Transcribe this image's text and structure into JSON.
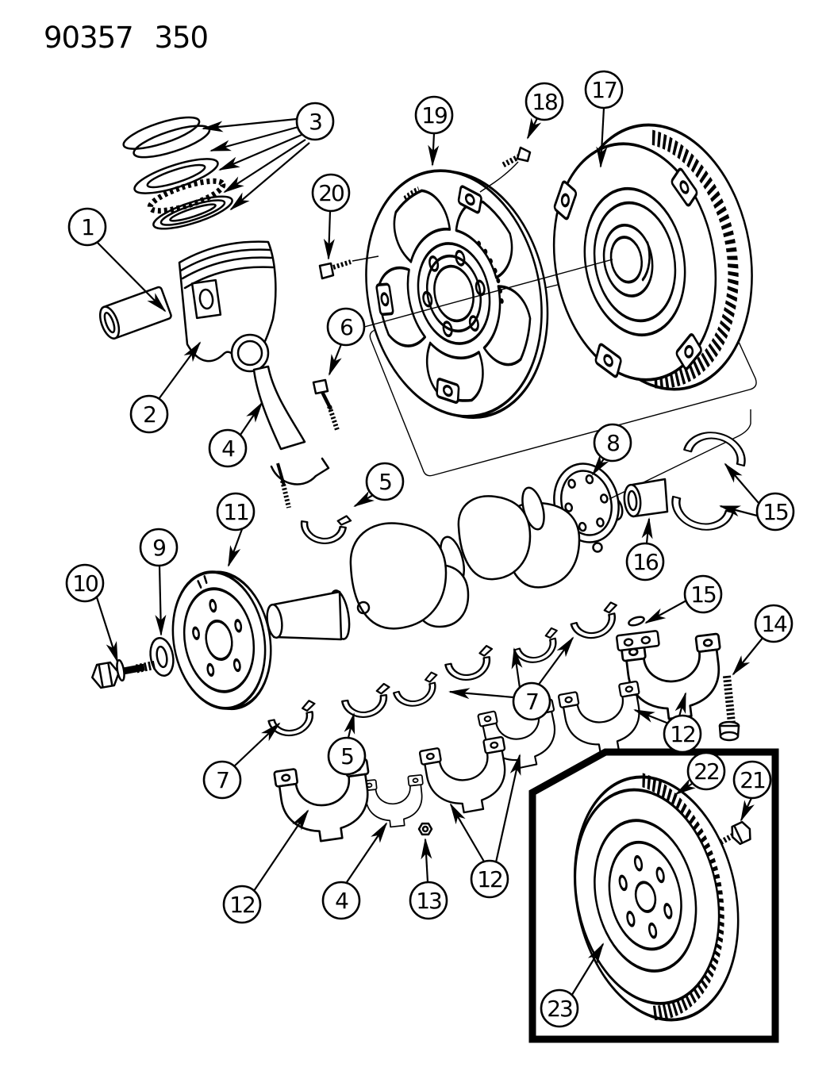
{
  "header": {
    "part_number": "90357 350"
  },
  "colors": {
    "ink": "#000000",
    "paper": "#ffffff"
  },
  "callouts": [
    {
      "label": "1"
    },
    {
      "label": "2"
    },
    {
      "label": "3"
    },
    {
      "label": "4"
    },
    {
      "label": "4"
    },
    {
      "label": "5"
    },
    {
      "label": "5"
    },
    {
      "label": "6"
    },
    {
      "label": "7"
    },
    {
      "label": "7"
    },
    {
      "label": "8"
    },
    {
      "label": "9"
    },
    {
      "label": "10"
    },
    {
      "label": "11"
    },
    {
      "label": "12"
    },
    {
      "label": "12"
    },
    {
      "label": "12"
    },
    {
      "label": "13"
    },
    {
      "label": "14"
    },
    {
      "label": "15"
    },
    {
      "label": "15"
    },
    {
      "label": "16"
    },
    {
      "label": "17"
    },
    {
      "label": "18"
    },
    {
      "label": "19"
    },
    {
      "label": "20"
    },
    {
      "label": "21"
    },
    {
      "label": "22"
    },
    {
      "label": "23"
    }
  ]
}
